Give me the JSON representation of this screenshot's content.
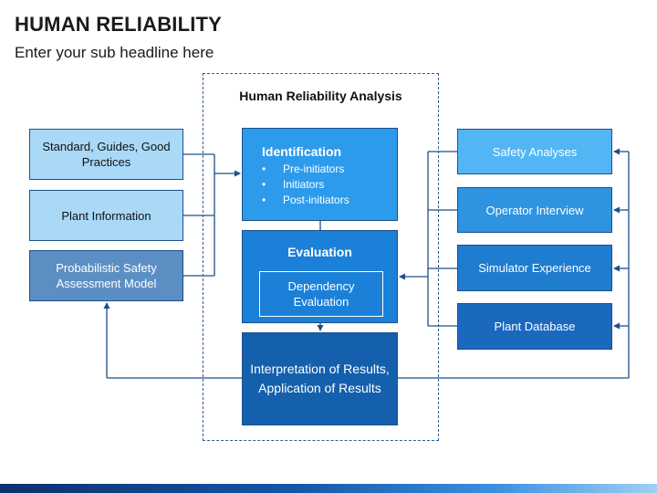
{
  "header": {
    "title": "HUMAN RELIABILITY",
    "subtitle": "Enter your sub headline here"
  },
  "analysis": {
    "title": "Human Reliability Analysis",
    "identification": {
      "title": "Identification",
      "items": [
        "Pre-initiators",
        "Initiators",
        "Post-initiators"
      ]
    },
    "evaluation": {
      "title": "Evaluation",
      "inner": "Dependency Evaluation"
    },
    "interpretation": "Interpretation of Results, Application of Results"
  },
  "inputs": [
    "Standard, Guides, Good Practices",
    "Plant Information",
    "Probabilistic Safety Assessment Model"
  ],
  "sources": [
    "Safety Analyses",
    "Operator Interview",
    "Simulator Experience",
    "Plant Database"
  ],
  "colors": {
    "light_box": "#a9d9f7",
    "psa_box": "#5b8fc4",
    "identification": "#2d9bec",
    "evaluation": "#1b80d8",
    "interpretation": "#1460ad",
    "line": "#1e4f8a"
  }
}
